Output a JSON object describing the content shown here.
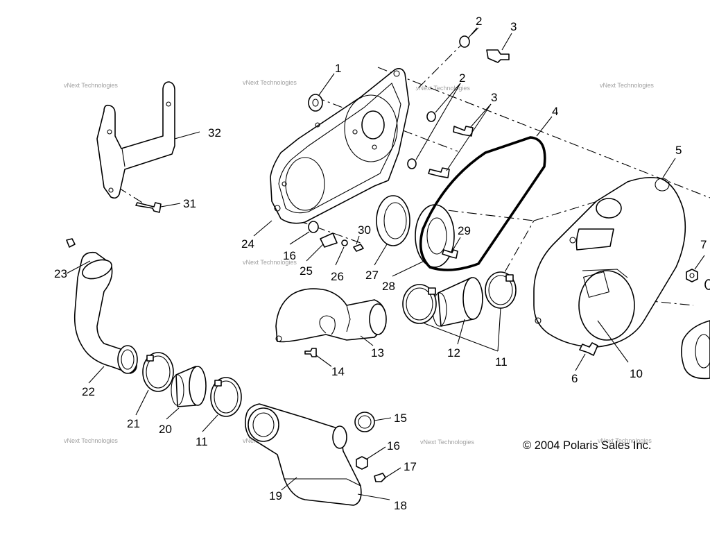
{
  "diagram": {
    "copyright": "© 2004 Polaris Sales Inc.",
    "watermark": "vNext Technologies",
    "callouts": [
      "1",
      "2",
      "2",
      "3",
      "3",
      "4",
      "5",
      "6",
      "7",
      "10",
      "11",
      "11",
      "12",
      "13",
      "14",
      "15",
      "16",
      "16",
      "17",
      "18",
      "19",
      "20",
      "21",
      "22",
      "23",
      "24",
      "25",
      "26",
      "27",
      "28",
      "29",
      "30",
      "31",
      "32"
    ]
  }
}
